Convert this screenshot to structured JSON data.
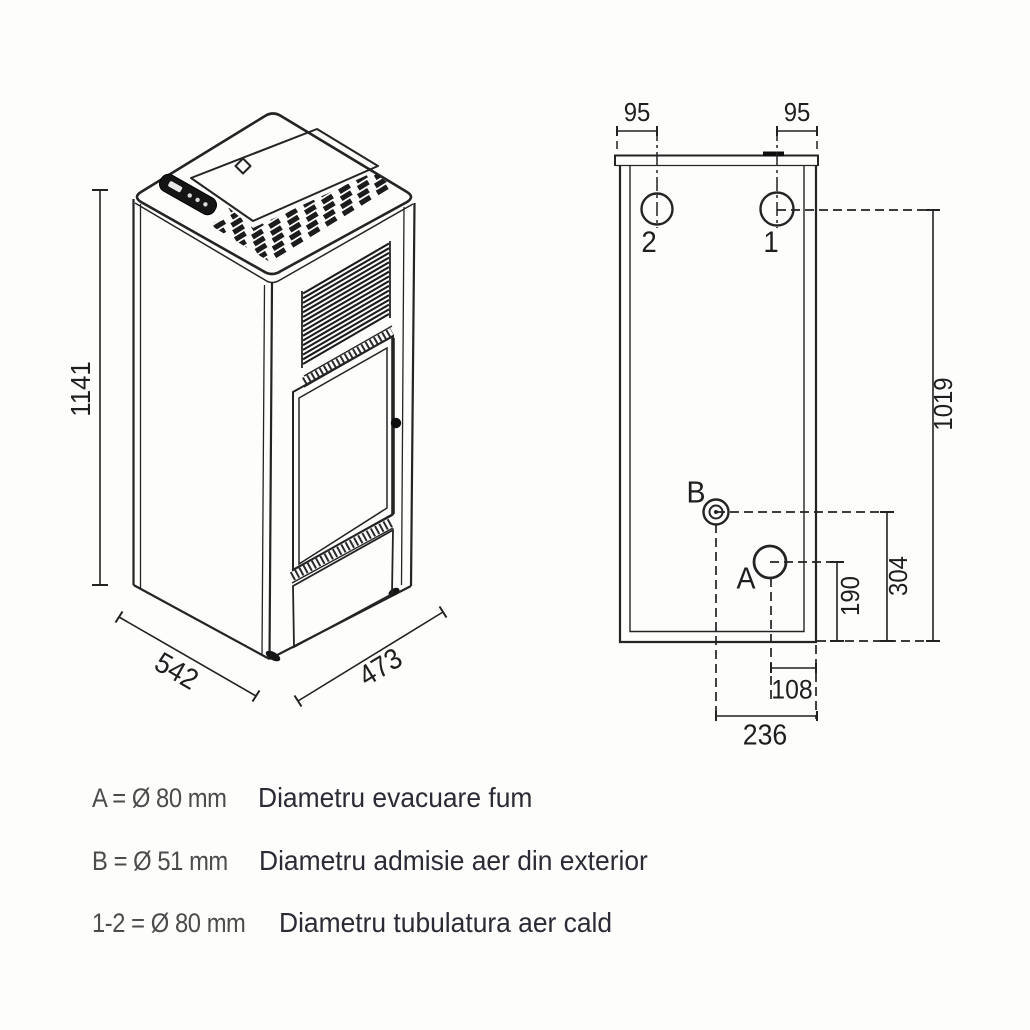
{
  "figure": {
    "iso_view": {
      "height": "1141",
      "depth": "542",
      "width": "473"
    },
    "rear_view": {
      "offset_left": "95",
      "offset_right": "95",
      "port_2": "2",
      "port_1": "1",
      "port_b": "B",
      "port_a": "A",
      "ports_height": "1019",
      "port_b_height": "304",
      "port_a_height": "190",
      "port_a_offset": "108",
      "port_b_offset": "236"
    },
    "legend": {
      "rows": [
        {
          "symbol": "A = Ø 80 mm",
          "description": "Diametru evacuare fum"
        },
        {
          "symbol": "B = Ø 51 mm",
          "description": "Diametru admisie aer din exterior"
        },
        {
          "symbol": "1-2 = Ø 80 mm",
          "description": "Diametru tubulatura aer cald"
        }
      ]
    },
    "line_color": "#222222",
    "background": "#fdfdfc"
  }
}
